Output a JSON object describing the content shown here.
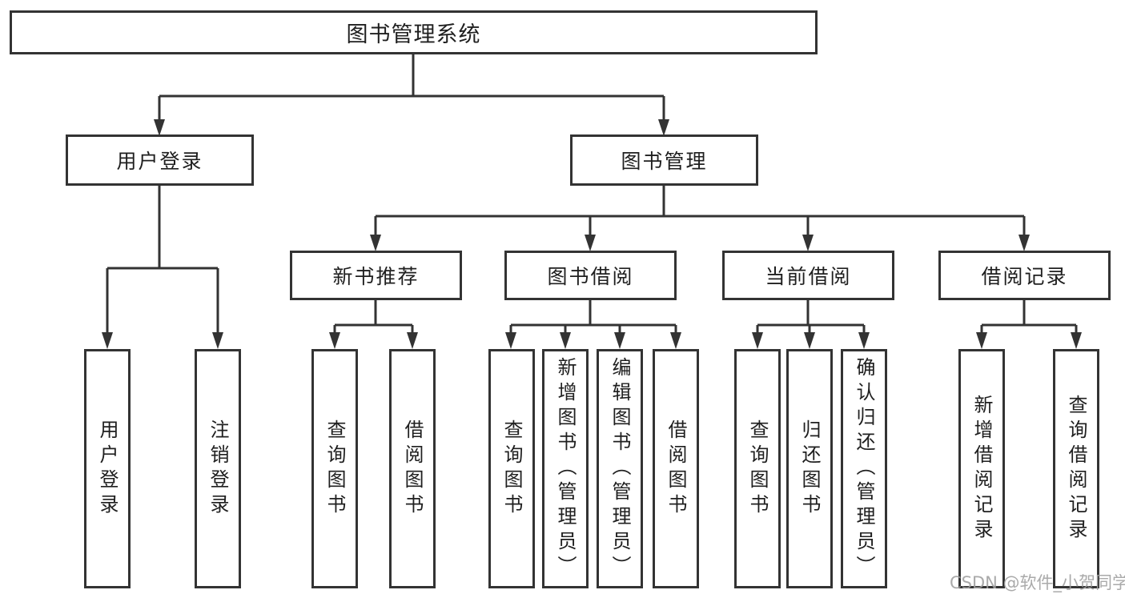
{
  "tree": {
    "root": {
      "label": "图书管理系统"
    },
    "branches": [
      {
        "label": "用户登录",
        "children": [
          {
            "label": "用户登录"
          },
          {
            "label": "注销登录"
          }
        ]
      },
      {
        "label": "图书管理",
        "children": [
          {
            "label": "新书推荐",
            "children": [
              {
                "label": "查询图书"
              },
              {
                "label": "借阅图书"
              }
            ]
          },
          {
            "label": "图书借阅",
            "children": [
              {
                "label": "查询图书"
              },
              {
                "label": "新增图书（管理员）"
              },
              {
                "label": "编辑图书（管理员）"
              },
              {
                "label": "借阅图书"
              }
            ]
          },
          {
            "label": "当前借阅",
            "children": [
              {
                "label": "查询图书"
              },
              {
                "label": "归还图书"
              },
              {
                "label": "确认归还（管理员）"
              }
            ]
          },
          {
            "label": "借阅记录",
            "children": [
              {
                "label": "新增借阅记录"
              },
              {
                "label": "查询借阅记录"
              }
            ]
          }
        ]
      }
    ]
  },
  "watermark": "CSDN @软件_小贺同学",
  "colors": {
    "line": "#333333",
    "text": "#1f1f1f",
    "watermark": "#9e9e9e",
    "background": "#ffffff"
  }
}
